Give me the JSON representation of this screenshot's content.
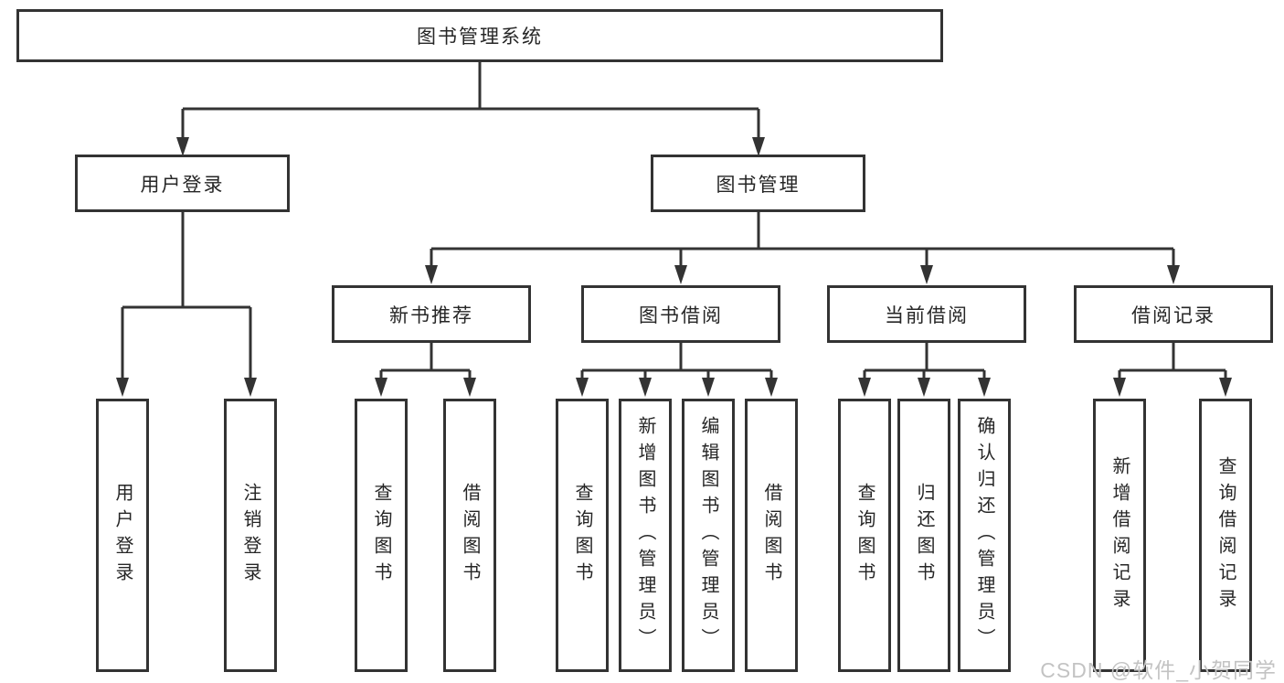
{
  "diagram": {
    "root": {
      "label": "图书管理系统"
    },
    "branches": [
      {
        "label": "用户登录",
        "children": [
          {
            "label": "用户登录"
          },
          {
            "label": "注销登录"
          }
        ]
      },
      {
        "label": "图书管理",
        "children": [
          {
            "label": "新书推荐",
            "children": [
              {
                "label": "查询图书"
              },
              {
                "label": "借阅图书"
              }
            ]
          },
          {
            "label": "图书借阅",
            "children": [
              {
                "label": "查询图书"
              },
              {
                "label": "新增图书（管理员）"
              },
              {
                "label": "编辑图书（管理员）"
              },
              {
                "label": "借阅图书"
              }
            ]
          },
          {
            "label": "当前借阅",
            "children": [
              {
                "label": "查询图书"
              },
              {
                "label": "归还图书"
              },
              {
                "label": "确认归还（管理员）"
              }
            ]
          },
          {
            "label": "借阅记录",
            "children": [
              {
                "label": "新增借阅记录"
              },
              {
                "label": "查询借阅记录"
              }
            ]
          }
        ]
      }
    ]
  },
  "watermark": {
    "text": "CSDN @软件_小贺同学"
  },
  "colors": {
    "line": "#333333",
    "box_border": "#333333",
    "box_fill": "#ffffff",
    "text": "#262626",
    "watermark": "#c3c3c3",
    "background": "#ffffff"
  }
}
